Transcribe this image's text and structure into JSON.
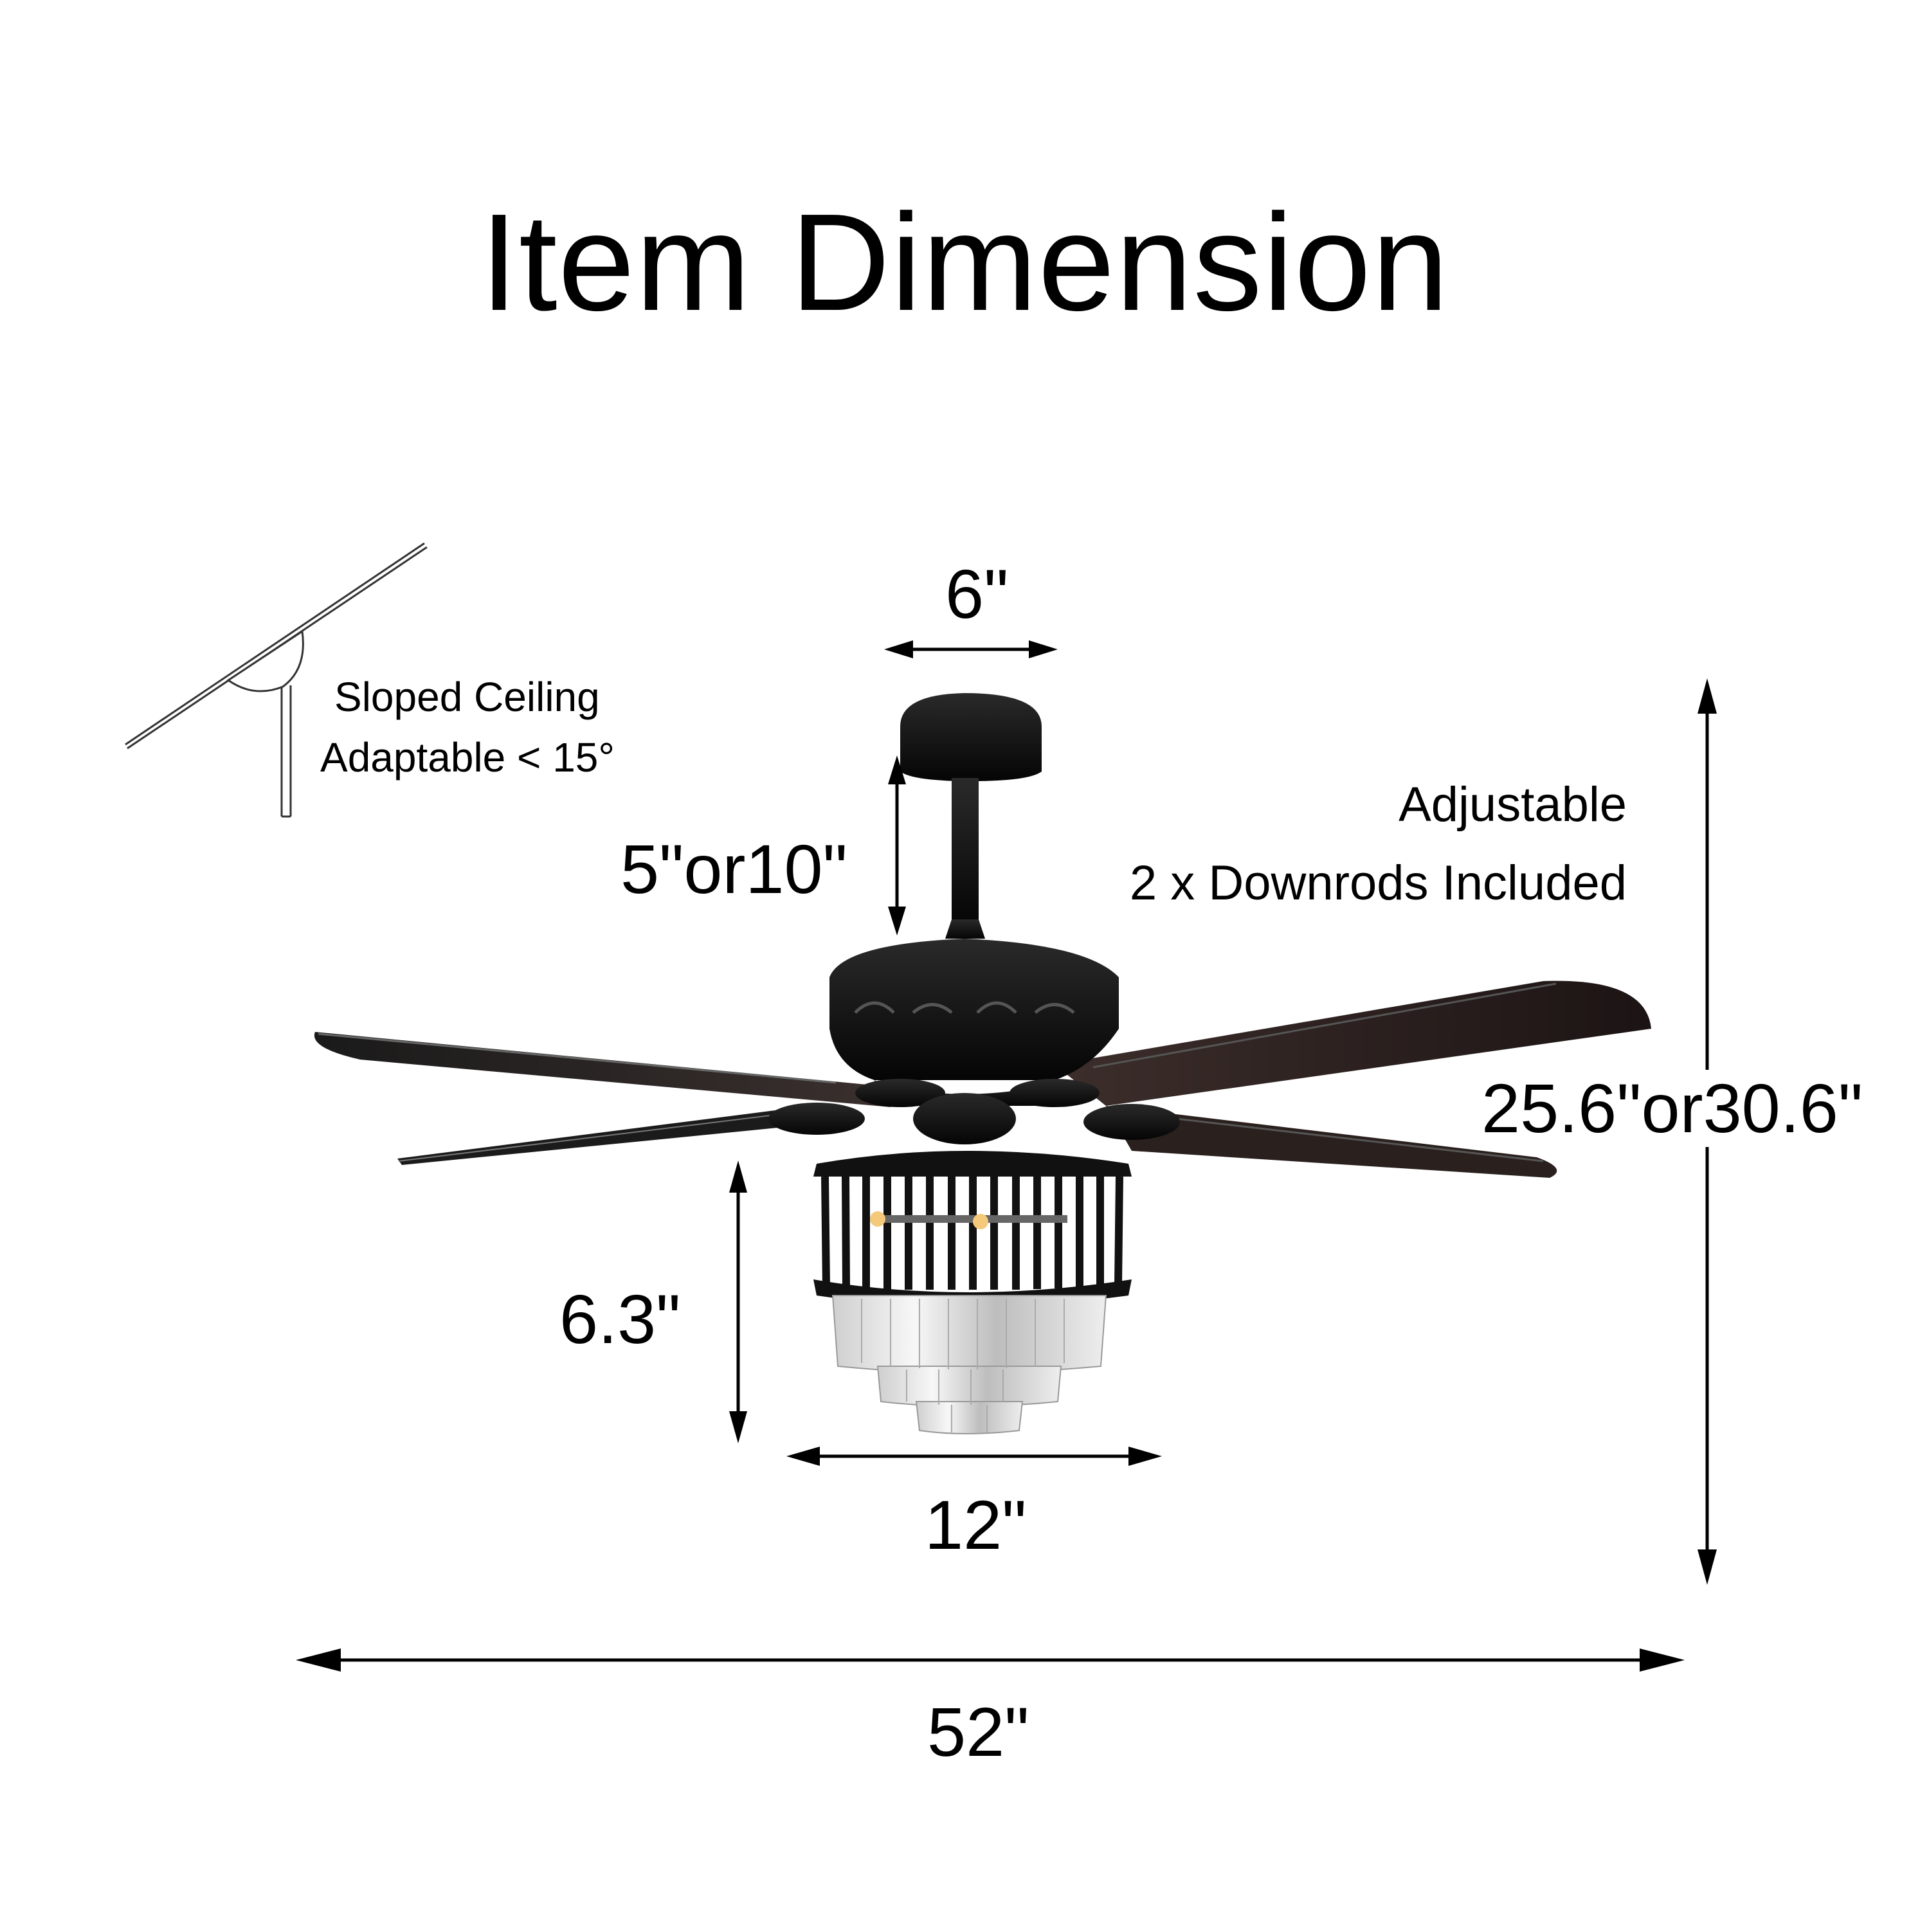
{
  "title": "Item Dimension",
  "sloped_ceiling": {
    "line1": "Sloped Ceiling",
    "line2": "Adaptable < 15°"
  },
  "dimensions": {
    "canopy_width": "6\"",
    "downrod_length": "5\"or10\"",
    "total_height": "25.6\"or30.6\"",
    "light_kit_height": "6.3\"",
    "light_kit_width": "12\"",
    "blade_span": "52\""
  },
  "downrod_note": {
    "line1": "Adjustable",
    "line2": "2 x Downrods Included"
  },
  "colors": {
    "fan_body": "#111111",
    "blade_top": "#2a1f1d",
    "crystal": "#e8e8e8",
    "line": "#000000"
  },
  "icons": [
    "double-arrow-icon",
    "sloped-ceiling-icon"
  ]
}
